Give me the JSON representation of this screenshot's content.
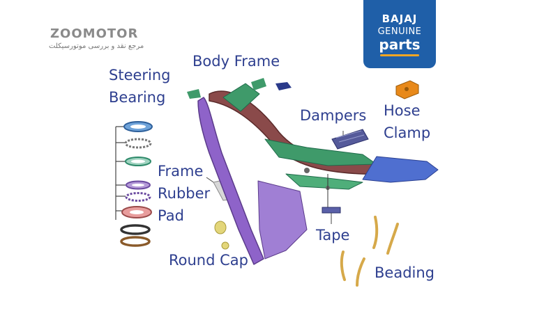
{
  "brand": {
    "watermark": "ZOOMOTOR",
    "watermark_sub": "مرجع نقد و بررسی موتورسیکلت",
    "badge_line1": "BAJAJ",
    "badge_line2": "GENUINE",
    "badge_line3": "parts",
    "badge_color": "#1f5fa8"
  },
  "labels": {
    "body_frame": "Body Frame",
    "steering_line1": "Steering",
    "steering_line2": "Bearing",
    "dampers": "Dampers",
    "hose_line1": "Hose",
    "hose_line2": "Clamp",
    "frame_line1": "Frame",
    "frame_line2": "Rubber",
    "frame_line3": "Pad",
    "tape": "Tape",
    "round_cap": "Round Cap",
    "beading": "Beading"
  },
  "colors": {
    "label_text": "#2e3f8f",
    "frame_purple": "#8e63c9",
    "frame_brown": "#8a4a4a",
    "frame_green": "#3f9a6a",
    "frame_blue": "#4f6fd0",
    "hose_clamp": "#e8891a",
    "beading": "#d6a94a"
  }
}
